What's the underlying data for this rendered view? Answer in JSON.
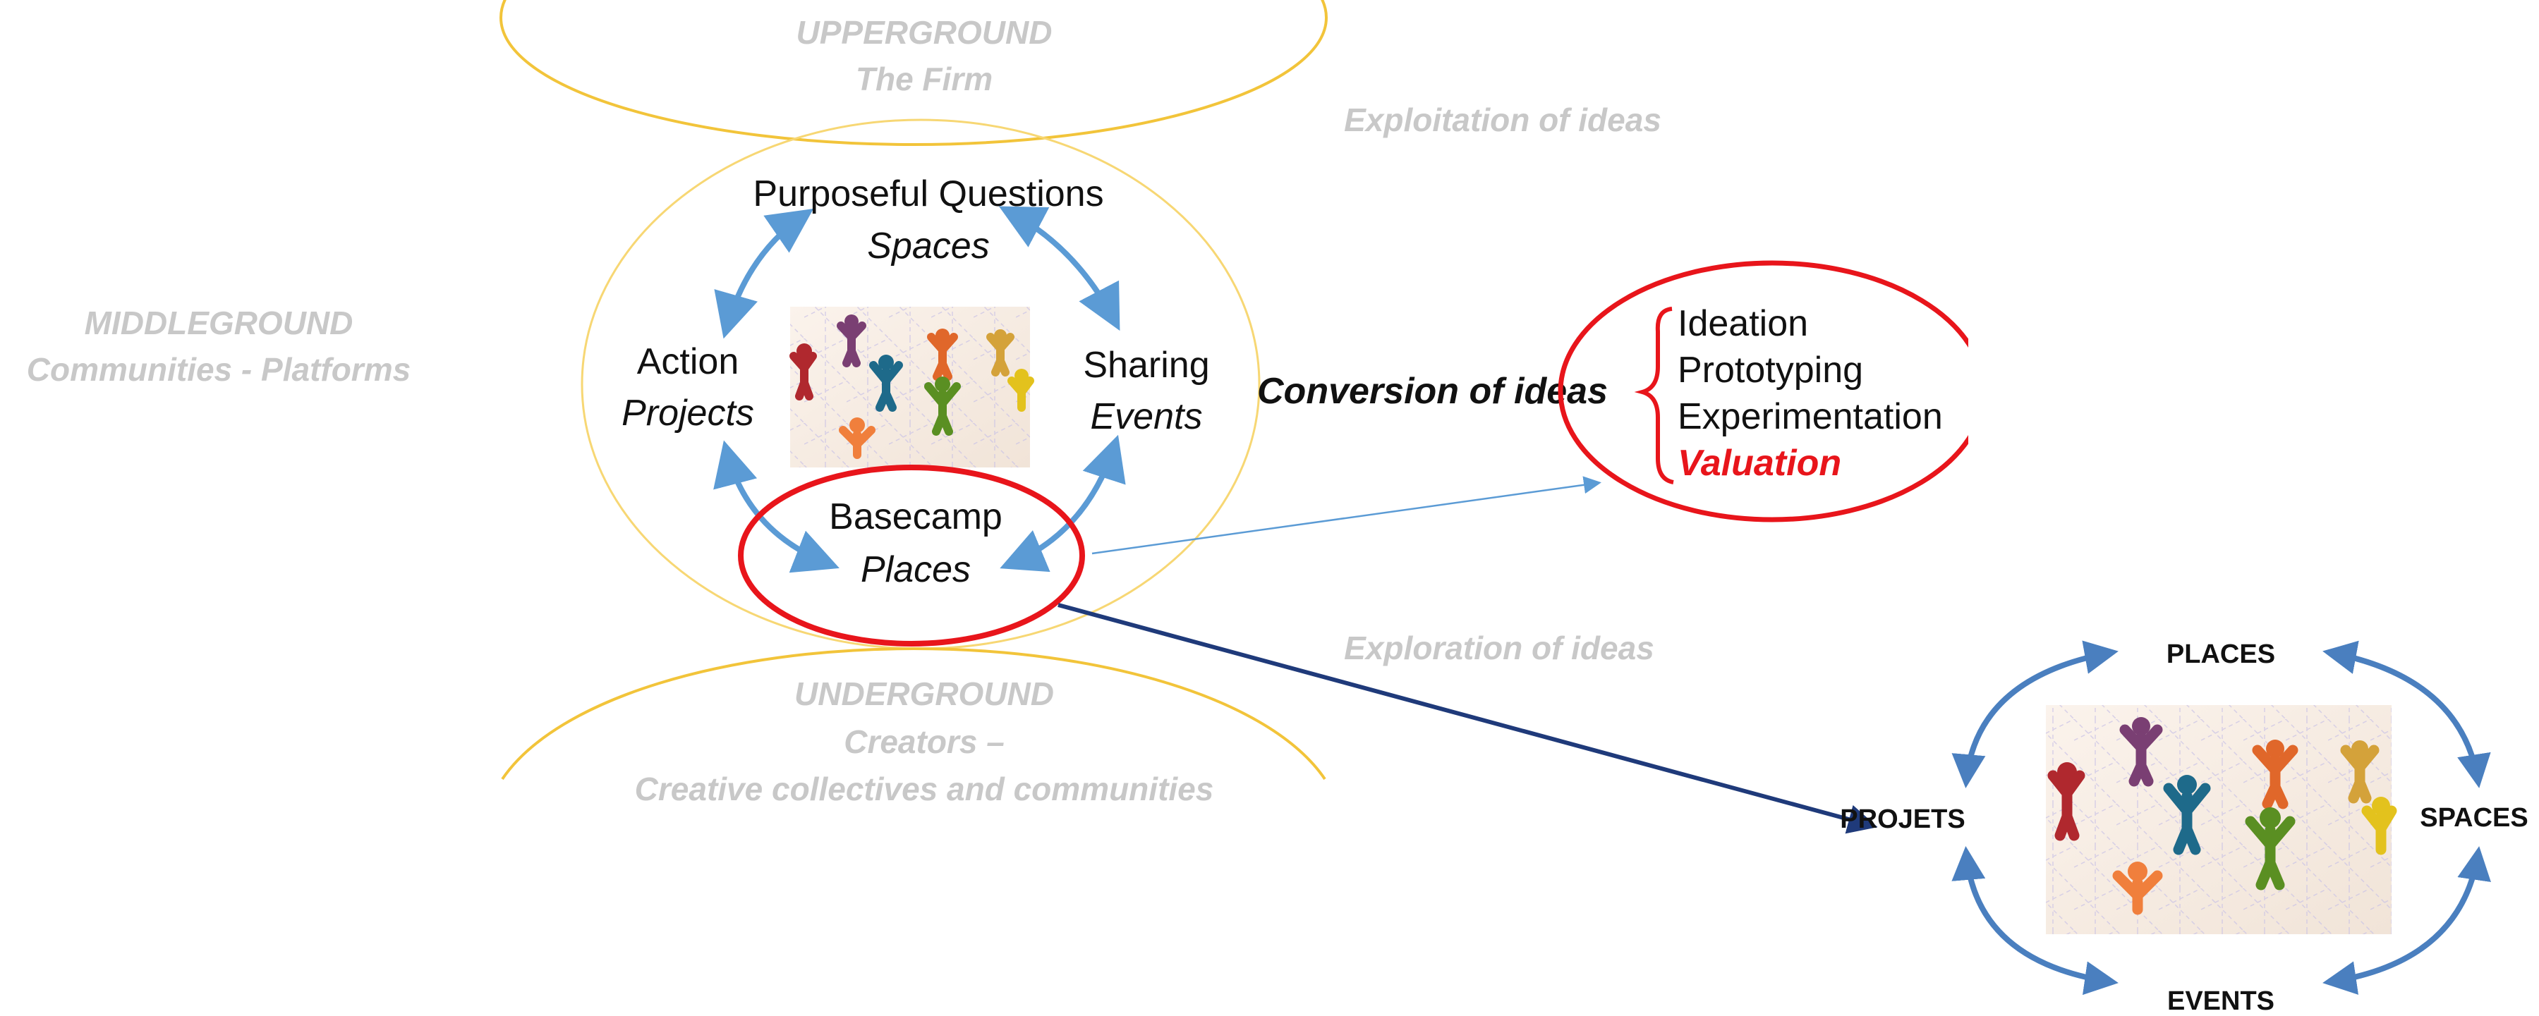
{
  "layers": {
    "upperground": {
      "title": "UPPERGROUND",
      "subtitle": "The Firm"
    },
    "middleground": {
      "title": "MIDDLEGROUND",
      "subtitle": "Communities - Platforms"
    },
    "underground": {
      "title": "UNDERGROUND",
      "subtitle": "Creators –",
      "subtitle2": "Creative collectives and communities"
    }
  },
  "flows": {
    "exploitation": "Exploitation of ideas",
    "exploration": "Exploration of ideas",
    "conversion": "Conversion of ideas"
  },
  "cycle": {
    "top": {
      "label": "Purposeful Questions",
      "sub": "Spaces"
    },
    "left": {
      "label": "Action",
      "sub": "Projects"
    },
    "right": {
      "label": "Sharing",
      "sub": "Events"
    },
    "bottom": {
      "label": "Basecamp",
      "sub": "Places"
    }
  },
  "conversion_steps": {
    "items": [
      "Ideation",
      "Prototyping",
      "Experimentation"
    ],
    "highlight": "Valuation"
  },
  "small_cycle": {
    "top": "PLACES",
    "left": "PROJETS",
    "right": "SPACES",
    "bottom": "EVENTS"
  },
  "colors": {
    "layer_outline": "#f2c43a",
    "highlight_red": "#e8151b",
    "cycle_arrow": "#5b9bd5",
    "dark_arrow": "#1f3a7a",
    "faint_text": "#c8c8c8"
  }
}
